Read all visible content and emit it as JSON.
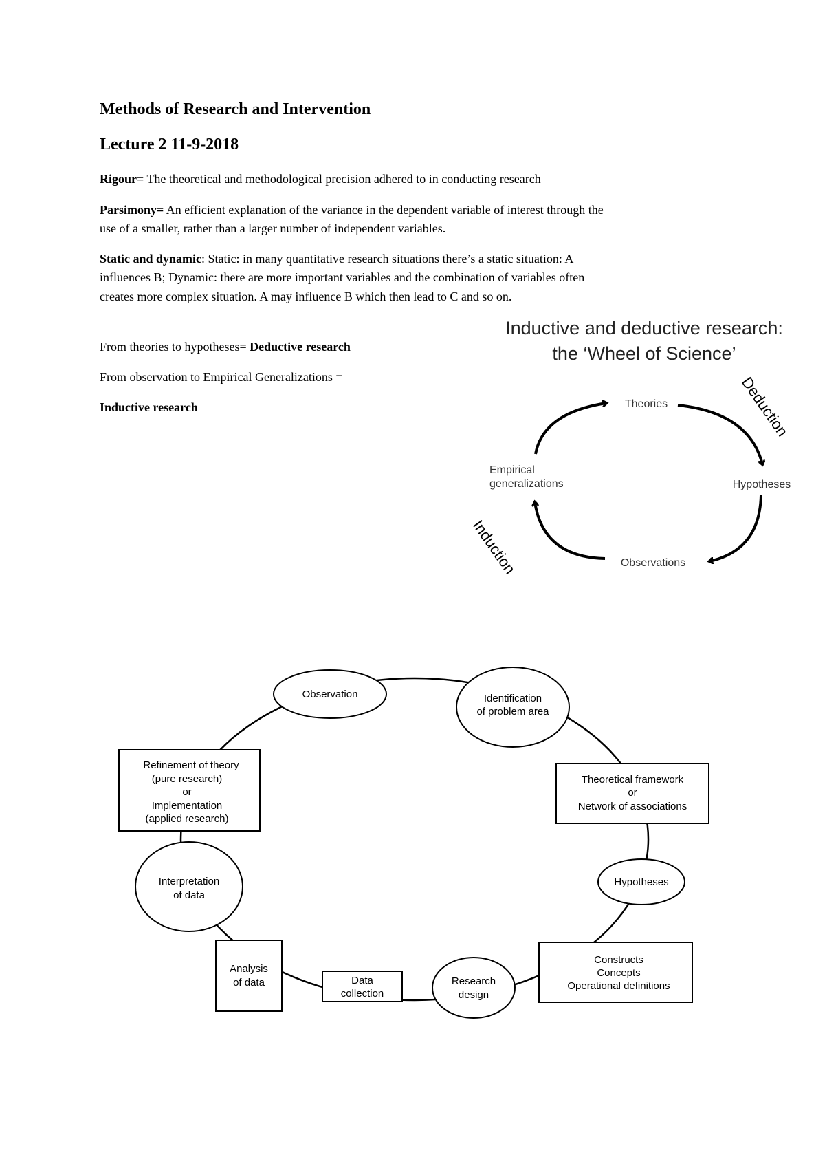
{
  "doc": {
    "title": "Methods of Research and Intervention",
    "lecture": "Lecture 2 11-9-2018",
    "rigour": {
      "term": "Rigour=",
      "text": " The theoretical and methodological precision adhered to in conducting research"
    },
    "parsimony": {
      "term": "Parsimony=",
      "line1": " An efficient explanation of the variance in the dependent variable of interest through the",
      "line2": "use of a smaller, rather than a larger number of independent variables."
    },
    "static_dynamic": {
      "term": "Static and dynamic",
      "line1": ": Static: in many quantitative research situations there’s a static situation: A",
      "line2": "influences B; Dynamic: there are more important variables and the combination of variables often",
      "line3": "creates more complex situation. A may influence B which then lead to C and so on."
    },
    "deductive": {
      "text": "From theories to hypotheses= ",
      "bold": "Deductive research"
    },
    "inductive": {
      "text": "From observation to Empirical Generalizations =",
      "bold": "Inductive research"
    }
  },
  "wheel": {
    "title1": "Inductive and deductive research:",
    "title2": "the ‘Wheel of Science’",
    "theories": "Theories",
    "hypotheses": "Hypotheses",
    "observations": "Observations",
    "empirical1": "Empirical",
    "empirical2": "generalizations",
    "deduction": "Deduction",
    "induction": "Induction"
  },
  "cycle": {
    "observation": "Observation",
    "identification1": "Identification",
    "identification2": "of problem area",
    "framework1": "Theoretical framework",
    "framework2": "or",
    "framework3": "Network of associations",
    "hypotheses": "Hypotheses",
    "constructs1": "Constructs",
    "constructs2": "Concepts",
    "constructs3": "Operational definitions",
    "design1": "Research",
    "design2": "design",
    "collection1": "Data",
    "collection2": "collection",
    "analysis1": "Analysis",
    "analysis2": "of data",
    "interpretation1": "Interpretation",
    "interpretation2": "of data",
    "refinement1": "Refinement of theory",
    "refinement2": "(pure research)",
    "refinement3": "or",
    "refinement4": "Implementation",
    "refinement5": "(applied research)"
  }
}
